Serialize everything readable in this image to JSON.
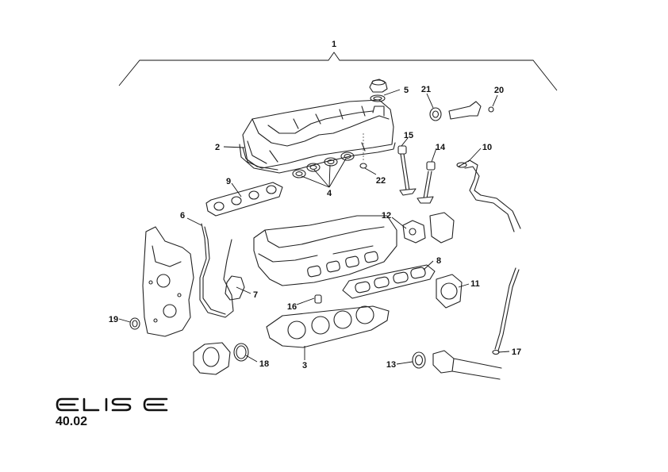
{
  "page": {
    "code": "40.02"
  },
  "logo": {
    "text": "ELISE",
    "name": "elise-logo"
  },
  "callouts": [
    {
      "label": "1"
    },
    {
      "label": "2"
    },
    {
      "label": "3"
    },
    {
      "label": "4"
    },
    {
      "label": "5"
    },
    {
      "label": "6"
    },
    {
      "label": "7"
    },
    {
      "label": "8"
    },
    {
      "label": "9"
    },
    {
      "label": "10"
    },
    {
      "label": "11"
    },
    {
      "label": "12"
    },
    {
      "label": "13"
    },
    {
      "label": "14"
    },
    {
      "label": "15"
    },
    {
      "label": "16"
    },
    {
      "label": "17"
    },
    {
      "label": "18"
    },
    {
      "label": "19"
    },
    {
      "label": "20"
    },
    {
      "label": "21"
    },
    {
      "label": "22"
    }
  ]
}
